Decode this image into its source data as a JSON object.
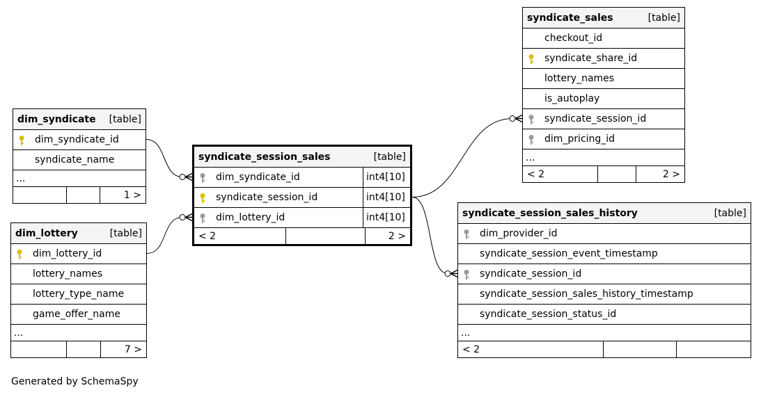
{
  "footer_text": "Generated by SchemaSpy",
  "tables": {
    "dim_syndicate": {
      "name": "dim_syndicate",
      "kind": "[table]",
      "columns": [
        {
          "name": "dim_syndicate_id",
          "key": "primary"
        },
        {
          "name": "syndicate_name",
          "key": "none"
        }
      ],
      "more": "...",
      "footer": [
        "",
        "",
        "1 >"
      ]
    },
    "dim_lottery": {
      "name": "dim_lottery",
      "kind": "[table]",
      "columns": [
        {
          "name": "dim_lottery_id",
          "key": "primary"
        },
        {
          "name": "lottery_names",
          "key": "none"
        },
        {
          "name": "lottery_type_name",
          "key": "none"
        },
        {
          "name": "game_offer_name",
          "key": "none"
        }
      ],
      "more": "...",
      "footer": [
        "",
        "",
        "7 >"
      ]
    },
    "syndicate_session_sales": {
      "name": "syndicate_session_sales",
      "kind": "[table]",
      "columns": [
        {
          "name": "dim_syndicate_id",
          "key": "foreign",
          "type": "int4[10]"
        },
        {
          "name": "syndicate_session_id",
          "key": "primary",
          "type": "int4[10]"
        },
        {
          "name": "dim_lottery_id",
          "key": "foreign",
          "type": "int4[10]"
        }
      ],
      "footer": [
        "< 2",
        "",
        "2 >"
      ]
    },
    "syndicate_sales": {
      "name": "syndicate_sales",
      "kind": "[table]",
      "columns": [
        {
          "name": "checkout_id",
          "key": "none"
        },
        {
          "name": "syndicate_share_id",
          "key": "primary"
        },
        {
          "name": "lottery_names",
          "key": "none"
        },
        {
          "name": "is_autoplay",
          "key": "none"
        },
        {
          "name": "syndicate_session_id",
          "key": "foreign"
        },
        {
          "name": "dim_pricing_id",
          "key": "foreign"
        }
      ],
      "more": "...",
      "footer": [
        "< 2",
        "",
        "2 >"
      ]
    },
    "syndicate_session_sales_history": {
      "name": "syndicate_session_sales_history",
      "kind": "[table]",
      "columns": [
        {
          "name": "dim_provider_id",
          "key": "foreign"
        },
        {
          "name": "syndicate_session_event_timestamp",
          "key": "none"
        },
        {
          "name": "syndicate_session_id",
          "key": "foreign"
        },
        {
          "name": "syndicate_session_sales_history_timestamp",
          "key": "none"
        },
        {
          "name": "syndicate_session_status_id",
          "key": "none"
        }
      ],
      "more": "...",
      "footer": [
        "< 2",
        "",
        ""
      ]
    }
  },
  "relationships": [
    {
      "from": "dim_syndicate.dim_syndicate_id",
      "to": "syndicate_session_sales.dim_syndicate_id"
    },
    {
      "from": "dim_lottery.dim_lottery_id",
      "to": "syndicate_session_sales.dim_lottery_id"
    },
    {
      "from": "syndicate_session_sales.syndicate_session_id",
      "to": "syndicate_sales.syndicate_session_id"
    },
    {
      "from": "syndicate_session_sales.syndicate_session_id",
      "to": "syndicate_session_sales_history.syndicate_session_id"
    }
  ],
  "colors": {
    "primary_key": "#d4c200",
    "foreign_key": "#9a9a9a",
    "header_bg": "#f4f4f4"
  }
}
